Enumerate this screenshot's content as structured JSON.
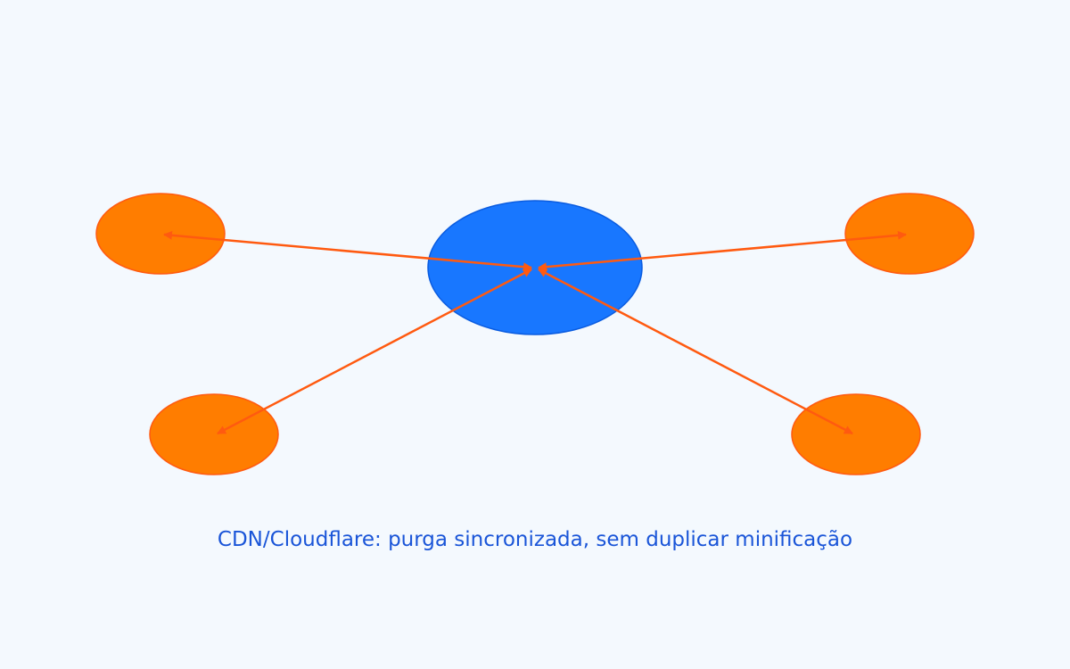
{
  "caption": "CDN/Cloudflare: purga sincronizada, sem duplicar minificação",
  "colors": {
    "hub": "#1877ff",
    "hub_stroke": "#0a5ce0",
    "node": "#ff7d00",
    "node_stroke": "#ff5a10",
    "edge": "#ff5a10",
    "caption": "#1a55d8"
  },
  "nodes": [
    {
      "id": "hub",
      "role": "center"
    },
    {
      "id": "top-left"
    },
    {
      "id": "top-right"
    },
    {
      "id": "bottom-left"
    },
    {
      "id": "bottom-right"
    }
  ],
  "edges": [
    {
      "from": "hub",
      "to": "top-left",
      "direction": "both"
    },
    {
      "from": "hub",
      "to": "top-right",
      "direction": "both"
    },
    {
      "from": "hub",
      "to": "bottom-left",
      "direction": "both"
    },
    {
      "from": "hub",
      "to": "bottom-right",
      "direction": "both"
    }
  ]
}
